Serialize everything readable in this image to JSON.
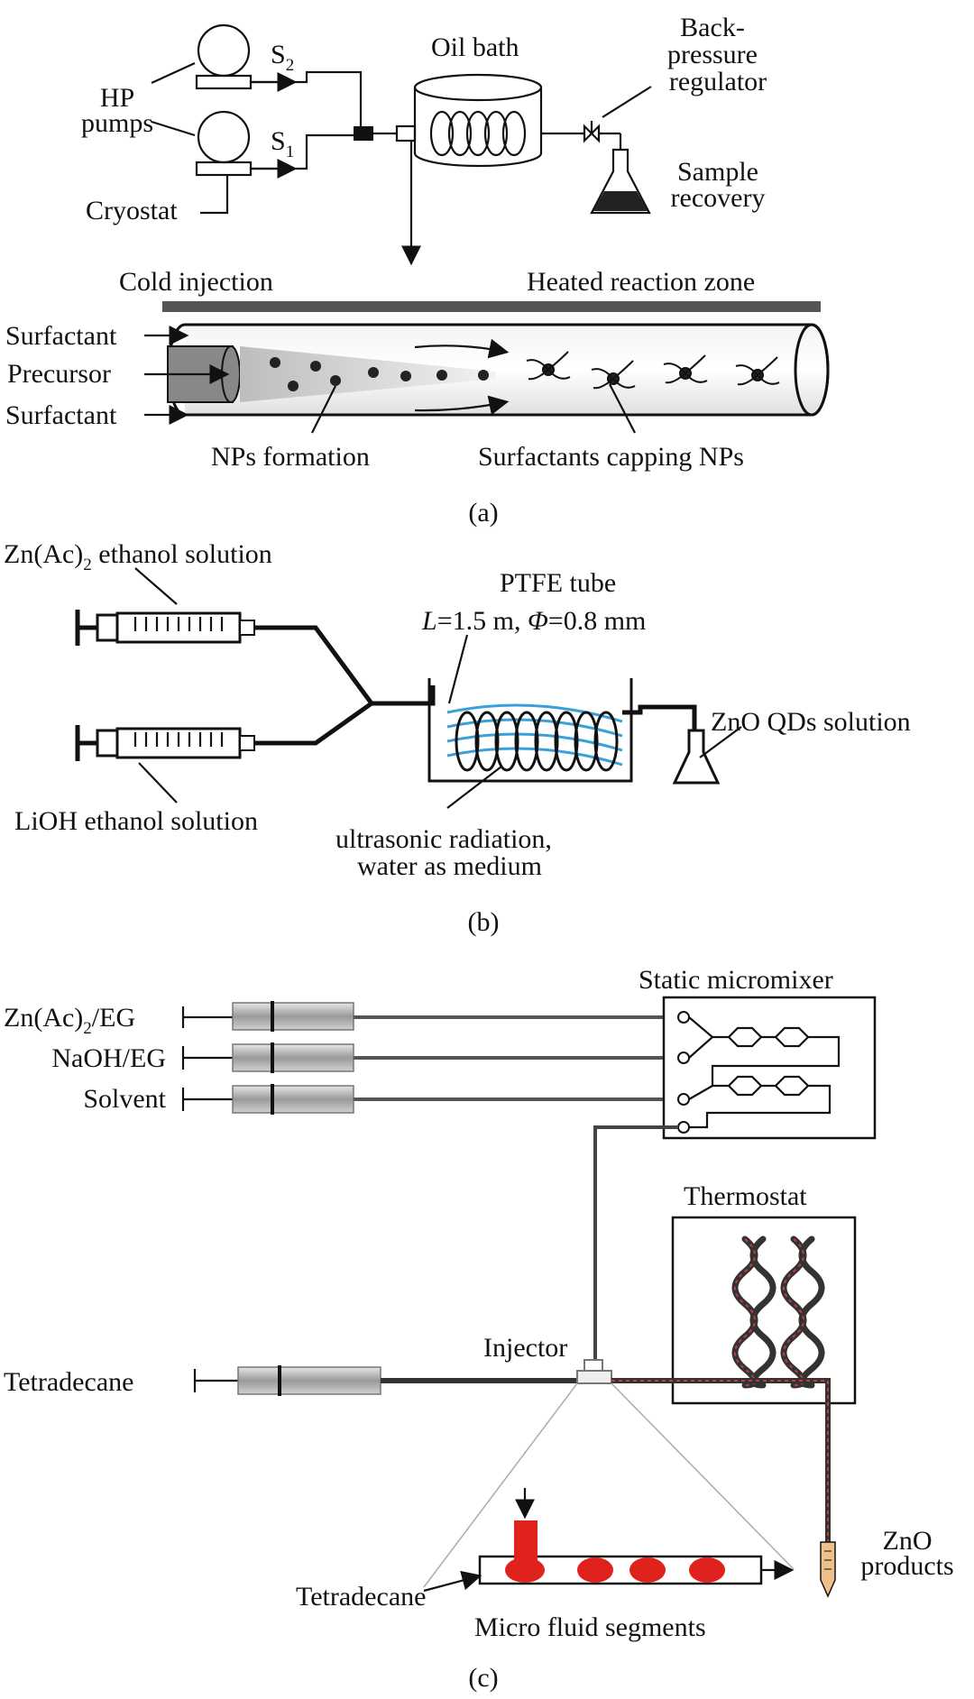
{
  "panel_a": {
    "s2": "S",
    "s2_sub": "2",
    "s1": "S",
    "s1_sub": "1",
    "hp_pumps_line1": "HP",
    "hp_pumps_line2": "pumps",
    "cryostat": "Cryostat",
    "oil_bath": "Oil bath",
    "bpr_line1": "Back-",
    "bpr_line2": "pressure",
    "bpr_line3": "regulator",
    "sample_line1": "Sample",
    "sample_line2": "recovery",
    "cold_injection": "Cold injection",
    "heated_zone": "Heated reaction zone",
    "surfactant_top": "Surfactant",
    "precursor": "Precursor",
    "surfactant_bottom": "Surfactant",
    "nps_formation": "NPs formation",
    "capping": "Surfactants capping NPs",
    "caption": "(a)"
  },
  "panel_b": {
    "zn_solution_main": "Zn(Ac)",
    "zn_solution_sub": "2",
    "zn_solution_rest": " ethanol solution",
    "ptfe_title": "PTFE tube",
    "ptfe_L": "L",
    "ptfe_len": "=1.5 m, ",
    "ptfe_phi": "Φ",
    "ptfe_dia": "=0.8 mm",
    "zno_qds": "ZnO QDs solution",
    "lioh_solution": "LiOH ethanol solution",
    "ultra_line1": "ultrasonic radiation,",
    "ultra_line2": "water as medium",
    "caption": "(b)"
  },
  "panel_c": {
    "zn_eg_main": "Zn(Ac)",
    "zn_eg_sub": "2",
    "zn_eg_rest": "/EG",
    "naoh_eg": "NaOH/EG",
    "solvent": "Solvent",
    "static_micromixer": "Static micromixer",
    "thermostat": "Thermostat",
    "injector": "Injector",
    "tetradecane": "Tetradecane",
    "zno_line1": "ZnO",
    "zno_line2": "products",
    "tetradecane_inlet": "Tetradecane",
    "micro_segments": "Micro fluid segments",
    "caption": "(c)"
  },
  "colors": {
    "droplet_red": "#e0221c",
    "water_blue": "#3aa0d8"
  }
}
